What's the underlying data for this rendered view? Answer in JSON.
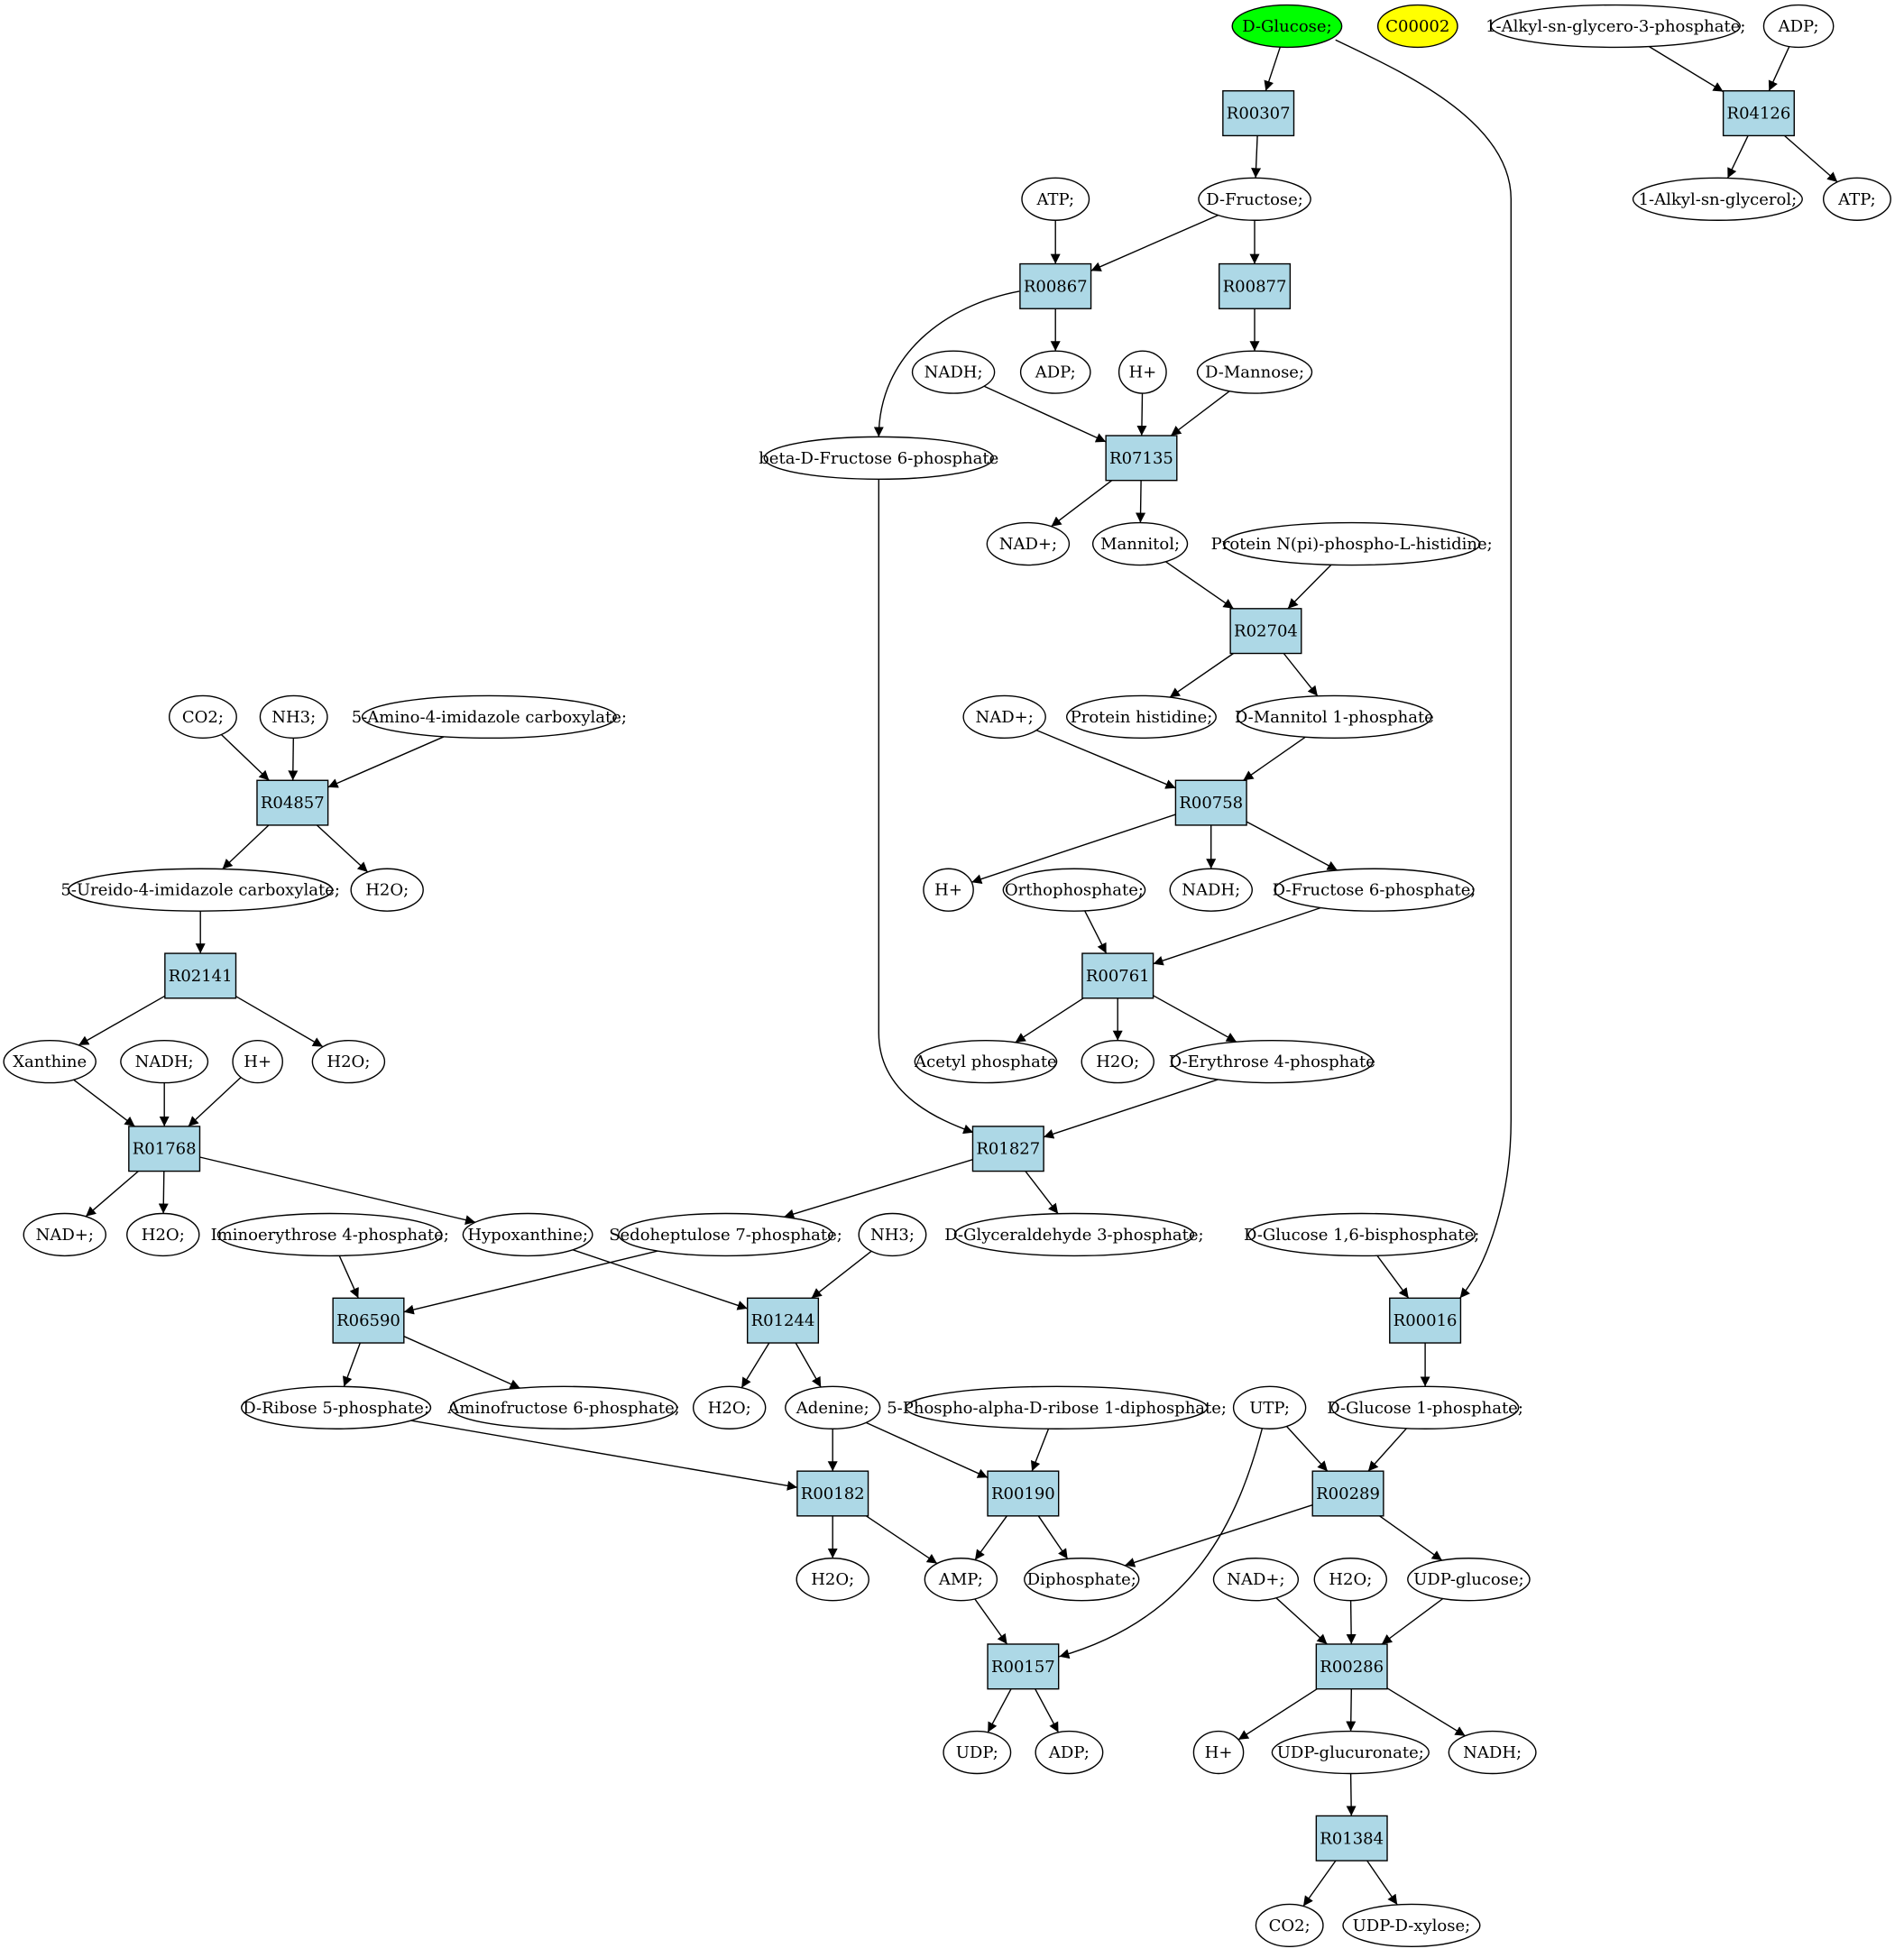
{
  "colors": {
    "reaction_fill": "#add8e6",
    "compound_fill": "#ffffff",
    "start_fill": "#00ff00",
    "highlight_fill": "#ffff00",
    "edge": "#000000"
  },
  "reactions": [
    {
      "id": "R00307",
      "label": "R00307"
    },
    {
      "id": "R04126",
      "label": "R04126"
    },
    {
      "id": "R00867",
      "label": "R00867"
    },
    {
      "id": "R00877",
      "label": "R00877"
    },
    {
      "id": "R07135",
      "label": "R07135"
    },
    {
      "id": "R02704",
      "label": "R02704"
    },
    {
      "id": "R04857",
      "label": "R04857"
    },
    {
      "id": "R00758",
      "label": "R00758"
    },
    {
      "id": "R02141",
      "label": "R02141"
    },
    {
      "id": "R00761",
      "label": "R00761"
    },
    {
      "id": "R01768",
      "label": "R01768"
    },
    {
      "id": "R01827",
      "label": "R01827"
    },
    {
      "id": "R06590",
      "label": "R06590"
    },
    {
      "id": "R01244",
      "label": "R01244"
    },
    {
      "id": "R00016",
      "label": "R00016"
    },
    {
      "id": "R00182",
      "label": "R00182"
    },
    {
      "id": "R00190",
      "label": "R00190"
    },
    {
      "id": "R00289",
      "label": "R00289"
    },
    {
      "id": "R00157",
      "label": "R00157"
    },
    {
      "id": "R00286",
      "label": "R00286"
    },
    {
      "id": "R01384",
      "label": "R01384"
    }
  ],
  "compounds": [
    {
      "id": "c_glucose",
      "label": "D-Glucose;",
      "style": "start"
    },
    {
      "id": "c_c00002",
      "label": "C00002",
      "style": "highlight"
    },
    {
      "id": "c_alkylg3p",
      "label": "1-Alkyl-sn-glycero-3-phosphate;"
    },
    {
      "id": "c_adp1",
      "label": "ADP;"
    },
    {
      "id": "c_alkylglycerol",
      "label": "1-Alkyl-sn-glycerol;"
    },
    {
      "id": "c_atp1",
      "label": "ATP;"
    },
    {
      "id": "c_atp2",
      "label": "ATP;"
    },
    {
      "id": "c_fructose",
      "label": "D-Fructose;"
    },
    {
      "id": "c_nadh1",
      "label": "NADH;"
    },
    {
      "id": "c_adp2",
      "label": "ADP;"
    },
    {
      "id": "c_h1",
      "label": "H+"
    },
    {
      "id": "c_mannose",
      "label": "D-Mannose;"
    },
    {
      "id": "c_bf6p",
      "label": "beta-D-Fructose 6-phosphate"
    },
    {
      "id": "c_nad1",
      "label": "NAD+;"
    },
    {
      "id": "c_mannitol",
      "label": "Mannitol;"
    },
    {
      "id": "c_protnpi",
      "label": "Protein N(pi)-phospho-L-histidine;"
    },
    {
      "id": "c_co2a",
      "label": "CO2;"
    },
    {
      "id": "c_nh3a",
      "label": "NH3;"
    },
    {
      "id": "c_aica",
      "label": "5-Amino-4-imidazole carboxylate;"
    },
    {
      "id": "c_nad2",
      "label": "NAD+;"
    },
    {
      "id": "c_prothis",
      "label": "Protein histidine;"
    },
    {
      "id": "c_dm1p",
      "label": "D-Mannitol 1-phosphate"
    },
    {
      "id": "c_ureido",
      "label": "5-Ureido-4-imidazole carboxylate;"
    },
    {
      "id": "c_h2o1",
      "label": "H2O;"
    },
    {
      "id": "c_h2",
      "label": "H+"
    },
    {
      "id": "c_ortho",
      "label": "Orthophosphate;"
    },
    {
      "id": "c_nadh2",
      "label": "NADH;"
    },
    {
      "id": "c_df6p",
      "label": "D-Fructose 6-phosphate;"
    },
    {
      "id": "c_xanthine",
      "label": "Xanthine"
    },
    {
      "id": "c_nadh3",
      "label": "NADH;"
    },
    {
      "id": "c_h3",
      "label": "H+"
    },
    {
      "id": "c_h2o2",
      "label": "H2O;"
    },
    {
      "id": "c_acetylp",
      "label": "Acetyl phosphate"
    },
    {
      "id": "c_h2o3",
      "label": "H2O;"
    },
    {
      "id": "c_e4p",
      "label": "D-Erythrose 4-phosphate"
    },
    {
      "id": "c_nad3",
      "label": "NAD+;"
    },
    {
      "id": "c_h2o4",
      "label": "H2O;"
    },
    {
      "id": "c_imino",
      "label": "Iminoerythrose 4-phosphate;"
    },
    {
      "id": "c_hypox",
      "label": "Hypoxanthine;"
    },
    {
      "id": "c_s7p",
      "label": "Sedoheptulose 7-phosphate;"
    },
    {
      "id": "c_nh3b",
      "label": "NH3;"
    },
    {
      "id": "c_g3p",
      "label": "D-Glyceraldehyde 3-phosphate;"
    },
    {
      "id": "c_g16bp",
      "label": "D-Glucose 1,6-bisphosphate;"
    },
    {
      "id": "c_r5p",
      "label": "D-Ribose 5-phosphate;"
    },
    {
      "id": "c_aminof6p",
      "label": "Aminofructose 6-phosphate;"
    },
    {
      "id": "c_h2o5",
      "label": "H2O;"
    },
    {
      "id": "c_adenine",
      "label": "Adenine;"
    },
    {
      "id": "c_prpp",
      "label": "5-Phospho-alpha-D-ribose 1-diphosphate;"
    },
    {
      "id": "c_utp",
      "label": "UTP;"
    },
    {
      "id": "c_g1p",
      "label": "D-Glucose 1-phosphate;"
    },
    {
      "id": "c_h2o6",
      "label": "H2O;"
    },
    {
      "id": "c_amp",
      "label": "AMP;"
    },
    {
      "id": "c_diphos",
      "label": "Diphosphate;"
    },
    {
      "id": "c_nad4",
      "label": "NAD+;"
    },
    {
      "id": "c_h2o7",
      "label": "H2O;"
    },
    {
      "id": "c_udpglc",
      "label": "UDP-glucose;"
    },
    {
      "id": "c_udp",
      "label": "UDP;"
    },
    {
      "id": "c_adp3",
      "label": "ADP;"
    },
    {
      "id": "c_h4",
      "label": "H+"
    },
    {
      "id": "c_udpglcur",
      "label": "UDP-glucuronate;"
    },
    {
      "id": "c_nadh4",
      "label": "NADH;"
    },
    {
      "id": "c_co2b",
      "label": "CO2;"
    },
    {
      "id": "c_udpxyl",
      "label": "UDP-D-xylose;"
    }
  ],
  "edges": [
    [
      "c_glucose",
      "R00307"
    ],
    [
      "c_glucose",
      "R00016"
    ],
    [
      "R00307",
      "c_fructose"
    ],
    [
      "c_alkylg3p",
      "R04126"
    ],
    [
      "c_adp1",
      "R04126"
    ],
    [
      "R04126",
      "c_alkylglycerol"
    ],
    [
      "R04126",
      "c_atp1"
    ],
    [
      "c_atp2",
      "R00867"
    ],
    [
      "c_fructose",
      "R00867"
    ],
    [
      "c_fructose",
      "R00877"
    ],
    [
      "R00867",
      "c_adp2"
    ],
    [
      "R00867",
      "c_bf6p"
    ],
    [
      "R00877",
      "c_mannose"
    ],
    [
      "c_nadh1",
      "R07135"
    ],
    [
      "c_h1",
      "R07135"
    ],
    [
      "c_mannose",
      "R07135"
    ],
    [
      "R07135",
      "c_nad1"
    ],
    [
      "R07135",
      "c_mannitol"
    ],
    [
      "c_mannitol",
      "R02704"
    ],
    [
      "c_protnpi",
      "R02704"
    ],
    [
      "R02704",
      "c_prothis"
    ],
    [
      "R02704",
      "c_dm1p"
    ],
    [
      "c_co2a",
      "R04857"
    ],
    [
      "c_nh3a",
      "R04857"
    ],
    [
      "c_aica",
      "R04857"
    ],
    [
      "R04857",
      "c_ureido"
    ],
    [
      "R04857",
      "c_h2o1"
    ],
    [
      "c_nad2",
      "R00758"
    ],
    [
      "c_dm1p",
      "R00758"
    ],
    [
      "R00758",
      "c_h2"
    ],
    [
      "R00758",
      "c_nadh2"
    ],
    [
      "R00758",
      "c_df6p"
    ],
    [
      "c_ureido",
      "R02141"
    ],
    [
      "R02141",
      "c_xanthine"
    ],
    [
      "R02141",
      "c_h2o2"
    ],
    [
      "c_ortho",
      "R00761"
    ],
    [
      "c_df6p",
      "R00761"
    ],
    [
      "R00761",
      "c_acetylp"
    ],
    [
      "R00761",
      "c_h2o3"
    ],
    [
      "R00761",
      "c_e4p"
    ],
    [
      "c_xanthine",
      "R01768"
    ],
    [
      "c_nadh3",
      "R01768"
    ],
    [
      "c_h3",
      "R01768"
    ],
    [
      "R01768",
      "c_nad3"
    ],
    [
      "R01768",
      "c_h2o4"
    ],
    [
      "R01768",
      "c_hypox"
    ],
    [
      "c_bf6p",
      "R01827"
    ],
    [
      "c_e4p",
      "R01827"
    ],
    [
      "R01827",
      "c_s7p"
    ],
    [
      "R01827",
      "c_g3p"
    ],
    [
      "c_imino",
      "R06590"
    ],
    [
      "c_s7p",
      "R06590"
    ],
    [
      "R06590",
      "c_r5p"
    ],
    [
      "R06590",
      "c_aminof6p"
    ],
    [
      "c_hypox",
      "R01244"
    ],
    [
      "c_nh3b",
      "R01244"
    ],
    [
      "R01244",
      "c_h2o5"
    ],
    [
      "R01244",
      "c_adenine"
    ],
    [
      "c_g16bp",
      "R00016"
    ],
    [
      "R00016",
      "c_g1p"
    ],
    [
      "c_r5p",
      "R00182"
    ],
    [
      "c_adenine",
      "R00182"
    ],
    [
      "R00182",
      "c_h2o6"
    ],
    [
      "R00182",
      "c_amp"
    ],
    [
      "c_adenine",
      "R00190"
    ],
    [
      "c_prpp",
      "R00190"
    ],
    [
      "R00190",
      "c_amp"
    ],
    [
      "R00190",
      "c_diphos"
    ],
    [
      "c_utp",
      "R00289"
    ],
    [
      "c_g1p",
      "R00289"
    ],
    [
      "R00289",
      "c_diphos"
    ],
    [
      "R00289",
      "c_udpglc"
    ],
    [
      "c_amp",
      "R00157"
    ],
    [
      "c_utp",
      "R00157"
    ],
    [
      "R00157",
      "c_udp"
    ],
    [
      "R00157",
      "c_adp3"
    ],
    [
      "c_nad4",
      "R00286"
    ],
    [
      "c_h2o7",
      "R00286"
    ],
    [
      "c_udpglc",
      "R00286"
    ],
    [
      "R00286",
      "c_h4"
    ],
    [
      "R00286",
      "c_udpglcur"
    ],
    [
      "R00286",
      "c_nadh4"
    ],
    [
      "c_udpglcur",
      "R01384"
    ],
    [
      "R01384",
      "c_co2b"
    ],
    [
      "R01384",
      "c_udpxyl"
    ]
  ]
}
